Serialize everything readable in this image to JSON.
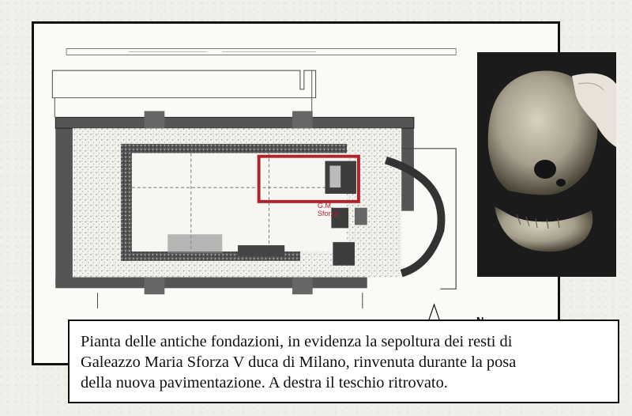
{
  "plan": {
    "highlight_label": "G.M. Sforza",
    "north_label": "N",
    "highlight_color": "#b0232a"
  },
  "caption": {
    "line1": "Pianta delle antiche fondazioni, in evidenza la sepoltura dei resti di",
    "line2": "Galeazzo Maria Sforza V duca di Milano, rinvenuta durante la posa",
    "line3": "della nuova pavimentazione. A destra il teschio ritrovato."
  },
  "photo": {
    "subject": "skull and jaw photograph",
    "icon": "skull-photo"
  }
}
